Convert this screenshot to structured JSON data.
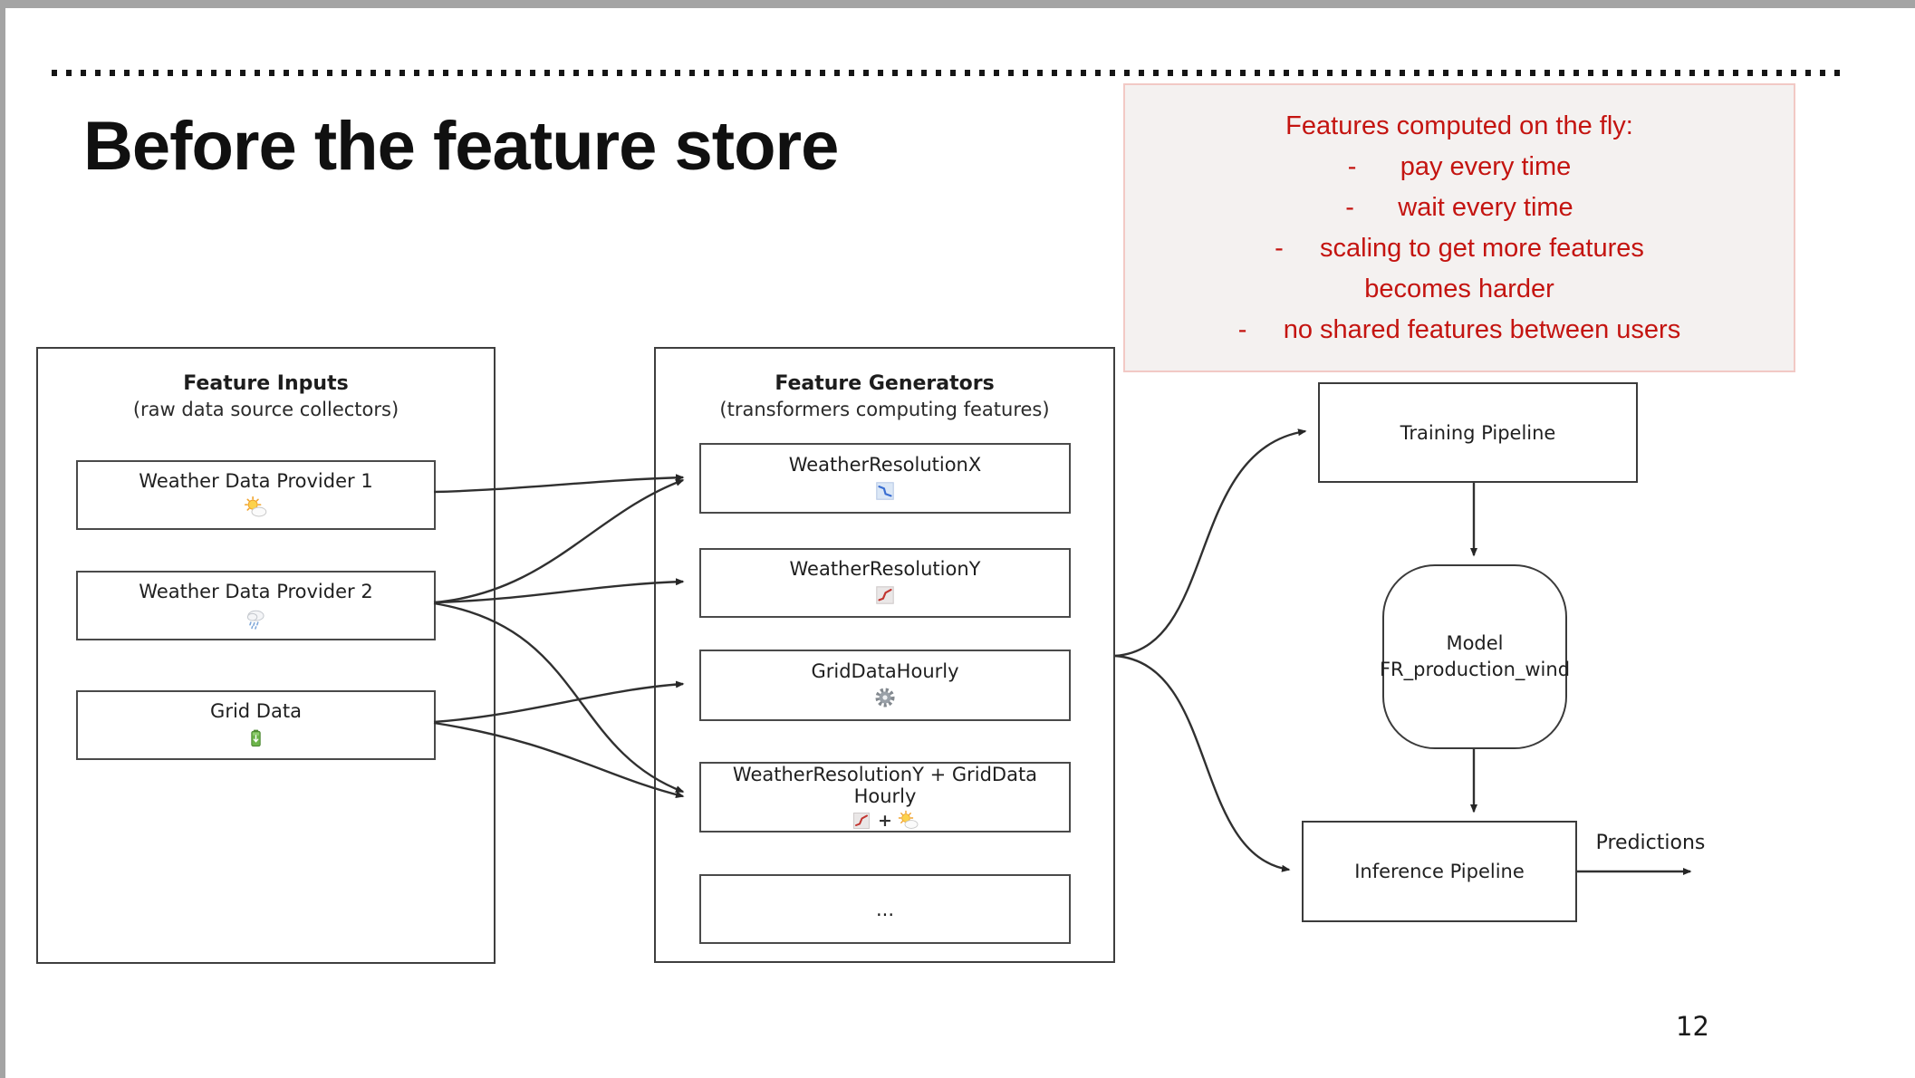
{
  "slide": {
    "title": "Before the feature store",
    "page_number": "12"
  },
  "warning_box": {
    "text_color": "#c41410",
    "lines": [
      "Features computed on the fly:",
      "-      pay every time",
      "-      wait every time",
      "-     scaling to get more features",
      "becomes harder",
      "-     no shared features between users"
    ]
  },
  "feature_inputs": {
    "title": "Feature Inputs",
    "subtitle": "(raw data source collectors)",
    "items": [
      {
        "label": "Weather Data Provider 1",
        "icon": "sun-behind-cloud-icon"
      },
      {
        "label": "Weather Data Provider 2",
        "icon": "cloud-with-rain-icon"
      },
      {
        "label": "Grid Data",
        "icon": "battery-icon"
      }
    ]
  },
  "feature_generators": {
    "title": "Feature Generators",
    "subtitle": "(transformers computing features)",
    "icon_plus": "+",
    "items": [
      {
        "label": "WeatherResolutionX",
        "icon": "chart-decreasing-icon"
      },
      {
        "label": "WeatherResolutionY",
        "icon": "chart-increasing-icon"
      },
      {
        "label": "GridDataHourly",
        "icon": "gear-icon"
      },
      {
        "label": "WeatherResolutionY + GridData Hourly",
        "icon": "chart-increasing-icon, sun-behind-cloud-icon"
      },
      {
        "label": "..."
      }
    ]
  },
  "pipeline": {
    "training_label": "Training Pipeline",
    "model_line1": "Model",
    "model_line2": "FR_production_wind",
    "inference_label": "Inference Pipeline",
    "output_label": "Predictions"
  },
  "colors": {
    "warning_bg": "#f4f1f0",
    "warning_border": "#f2c9c5",
    "box_border": "#3f3f3f",
    "connector": "#303030"
  }
}
